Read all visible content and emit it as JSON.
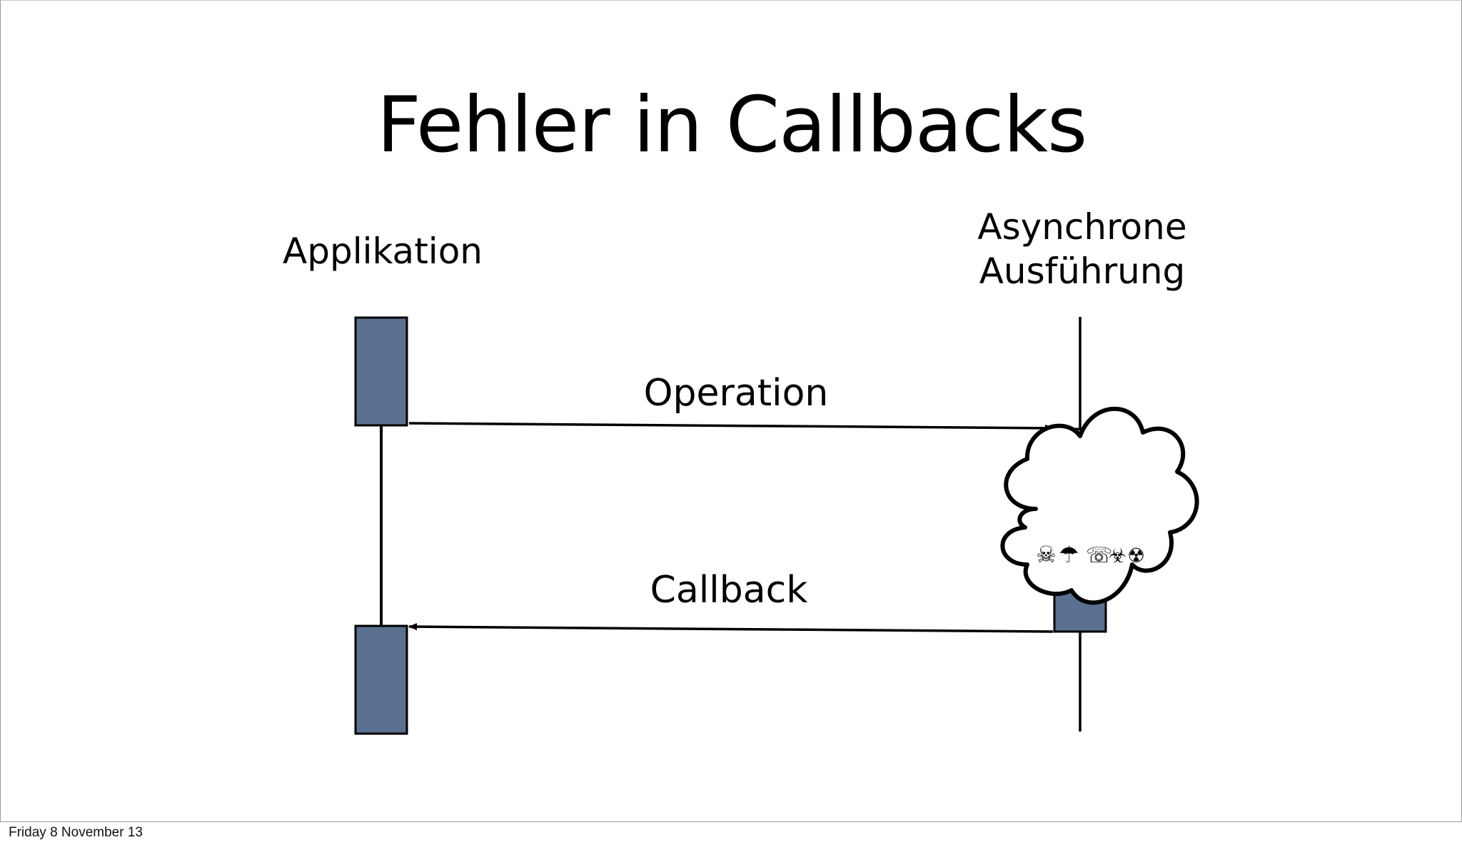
{
  "slide": {
    "title": "Fehler in Callbacks",
    "footer_date": "Friday 8 November 13"
  },
  "diagram": {
    "type": "sequence-diagram",
    "participants": [
      {
        "id": "app",
        "label_lines": [
          "Applikation"
        ]
      },
      {
        "id": "async",
        "label_lines": [
          "Asynchrone",
          "Ausführung"
        ]
      }
    ],
    "messages": [
      {
        "from": "app",
        "to": "async",
        "label": "Operation"
      },
      {
        "from": "async",
        "to": "app",
        "label": "Callback"
      }
    ],
    "error_cloud": {
      "icons": [
        "skull-crossbones-icon",
        "umbrella-icon",
        "telephone-icon",
        "biohazard-icon",
        "radioactive-icon"
      ],
      "glyphs": [
        "☠",
        "☂",
        "☏",
        "☣",
        "☢"
      ]
    },
    "colors": {
      "activation_box": "#5a7090",
      "line": "#000000",
      "cloud_fill": "#ffffff"
    }
  }
}
